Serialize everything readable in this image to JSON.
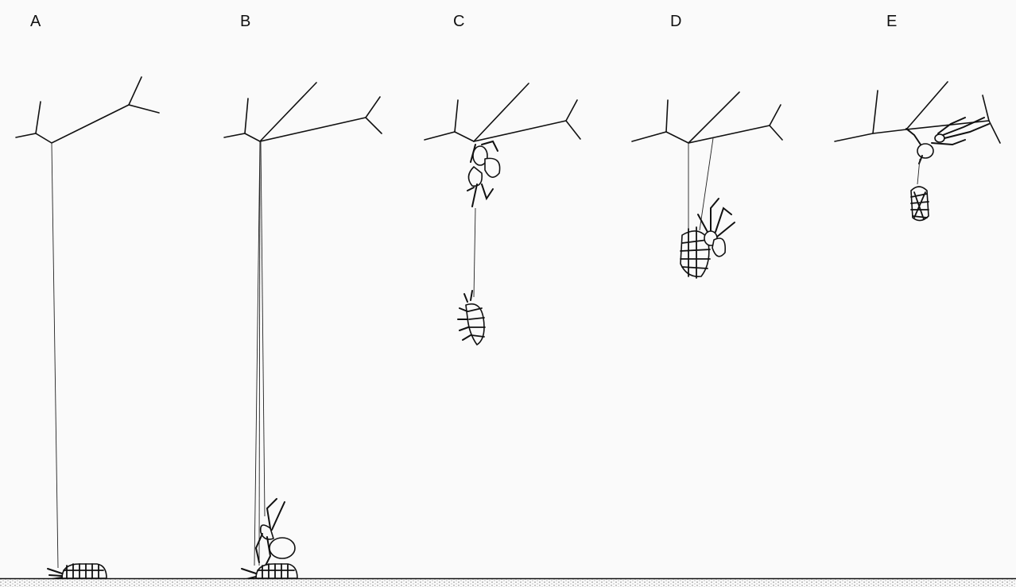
{
  "panels": [
    {
      "id": "A",
      "label": "A"
    },
    {
      "id": "B",
      "label": "B"
    },
    {
      "id": "C",
      "label": "C"
    },
    {
      "id": "D",
      "label": "D"
    },
    {
      "id": "E",
      "label": "E"
    }
  ],
  "colors": {
    "ink": "#111111",
    "background": "#fafafa",
    "ground": "#c8c8c8"
  }
}
